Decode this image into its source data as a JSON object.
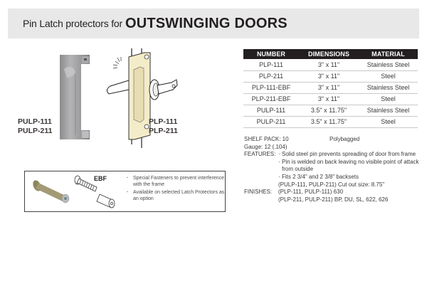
{
  "header": {
    "prefix": "Pin Latch protectors for",
    "title": "OUTSWINGING DOORS",
    "band_color": "#e8e8e8"
  },
  "products": {
    "pulp_labels": [
      "PULP-111",
      "PULP-211"
    ],
    "plp_labels": [
      "PLP-111",
      "PLP-211"
    ],
    "plp_plate_color": "#f3ecc8",
    "pulp_color": "#9a9a9c"
  },
  "ebf": {
    "label": "EBF",
    "notes": [
      "Special Fasteners to prevent interference with the frame",
      "Available on selected Latch Protectors as an option"
    ]
  },
  "table": {
    "headers": [
      "NUMBER",
      "DIMENSIONS",
      "MATERIAL"
    ],
    "header_bg": "#231f20",
    "rows": [
      [
        "PLP-111",
        "3\" x 11\"",
        "Stainless Steel"
      ],
      [
        "PLP-211",
        "3\" x 11\"",
        "Steel"
      ],
      [
        "PLP-111-EBF",
        "3\" x 11\"",
        "Stainless Steel"
      ],
      [
        "PLP-211-EBF",
        "3\" x 11\"",
        "Steel"
      ],
      [
        "PULP-111",
        "3.5\" x 11.75\"",
        "Stainless Steel"
      ],
      [
        "PULP-211",
        "3.5\" x 11.75\"",
        "Steel"
      ]
    ]
  },
  "specs": {
    "shelf_pack": "SHELF PACK: 10",
    "packaging": "Polybagged",
    "gauge": "Gauge: 12 (.104)",
    "features_label": "FEATURES:",
    "features": [
      "Solid steel pin prevents spreading of door from frame",
      "Pin is welded on back leaving no visible point of attack from outside",
      "Fits 2 3/4\" and 2 3/8\" backsets"
    ],
    "cutout": "(PULP-111, PULP-211) Cut out size: 8.75\"",
    "finishes_label": "FINISHES:",
    "finishes": [
      "(PLP-111, PULP-111) 630",
      "(PLP-211, PULP-211) BP, DU, SL, 622, 626"
    ]
  }
}
